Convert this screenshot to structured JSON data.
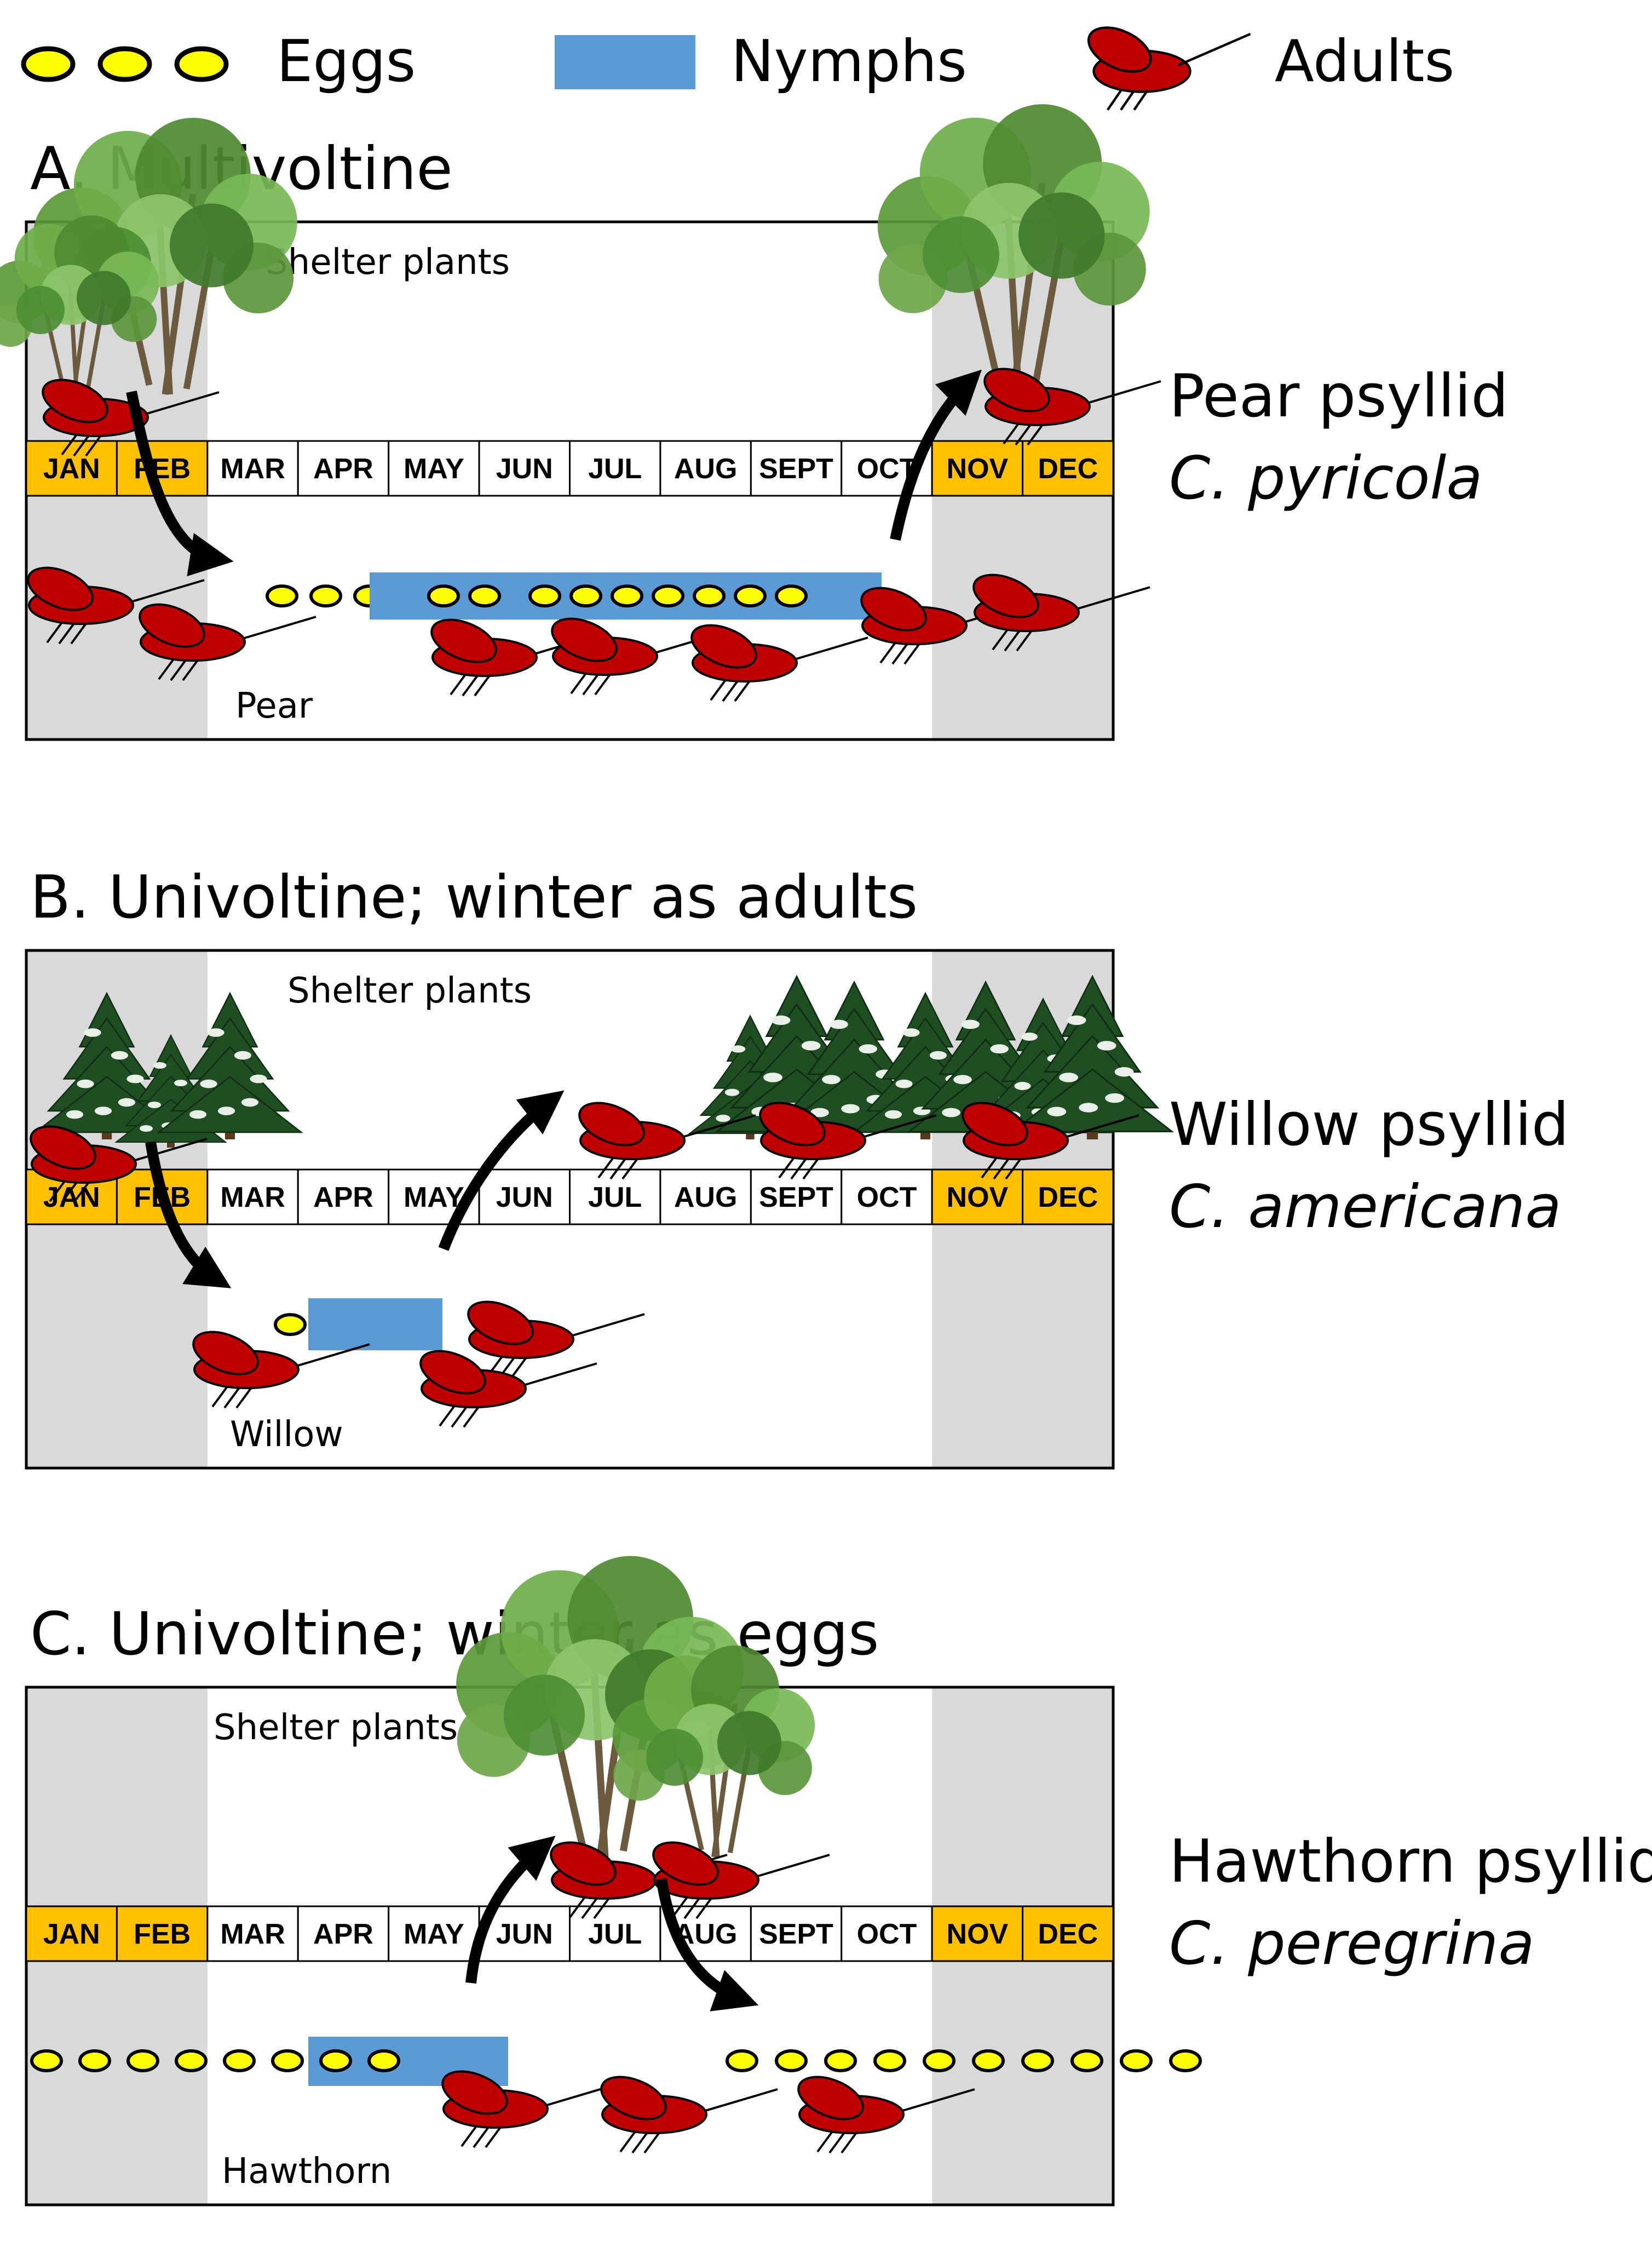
{
  "legend": {
    "eggs": "Eggs",
    "nymphs": "Nymphs",
    "adults": "Adults"
  },
  "months": [
    "JAN",
    "FEB",
    "MAR",
    "APR",
    "MAY",
    "JUN",
    "JUL",
    "AUG",
    "SEPT",
    "OCT",
    "NOV",
    "DEC"
  ],
  "colors": {
    "winter_month": "#ffc000",
    "summer_month": "#ffffff",
    "winter_shade": "#d9d9d9",
    "egg": "#ffff00",
    "nymph": "#5b9bd5",
    "adult": "#c00000",
    "adult_highlight": "#ff0000",
    "arrow": "#000000"
  },
  "panels": [
    {
      "id": "A",
      "title": "A. Multivoltine",
      "shelter_label": "Shelter plants",
      "host_label": "Pear",
      "species_common": "Pear psyllid",
      "species_latin": "C. pyricola",
      "tree_type": "deciduous"
    },
    {
      "id": "B",
      "title": "B. Univoltine; winter as adults",
      "shelter_label": "Shelter plants",
      "host_label": "Willow",
      "species_common": "Willow psyllid",
      "species_latin": "C. americana",
      "tree_type": "conifer"
    },
    {
      "id": "C",
      "title": "C. Univoltine; winter as eggs",
      "shelter_label": "Shelter plants",
      "host_label": "Hawthorn",
      "species_common": "Hawthorn psyllid",
      "species_latin": "C. peregrina",
      "tree_type": "deciduous"
    }
  ]
}
